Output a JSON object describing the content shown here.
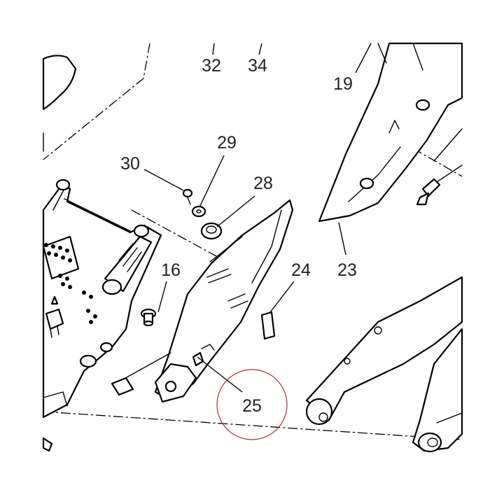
{
  "callouts": [
    {
      "id": "c32",
      "text": "32"
    },
    {
      "id": "c34",
      "text": "34"
    },
    {
      "id": "c19",
      "text": "19"
    },
    {
      "id": "c29",
      "text": "29"
    },
    {
      "id": "c30",
      "text": "30"
    },
    {
      "id": "c28",
      "text": "28"
    },
    {
      "id": "c16",
      "text": "16"
    },
    {
      "id": "c24",
      "text": "24"
    },
    {
      "id": "c23",
      "text": "23"
    },
    {
      "id": "c25",
      "text": "25"
    }
  ],
  "highlight_color": "#b02a3a"
}
